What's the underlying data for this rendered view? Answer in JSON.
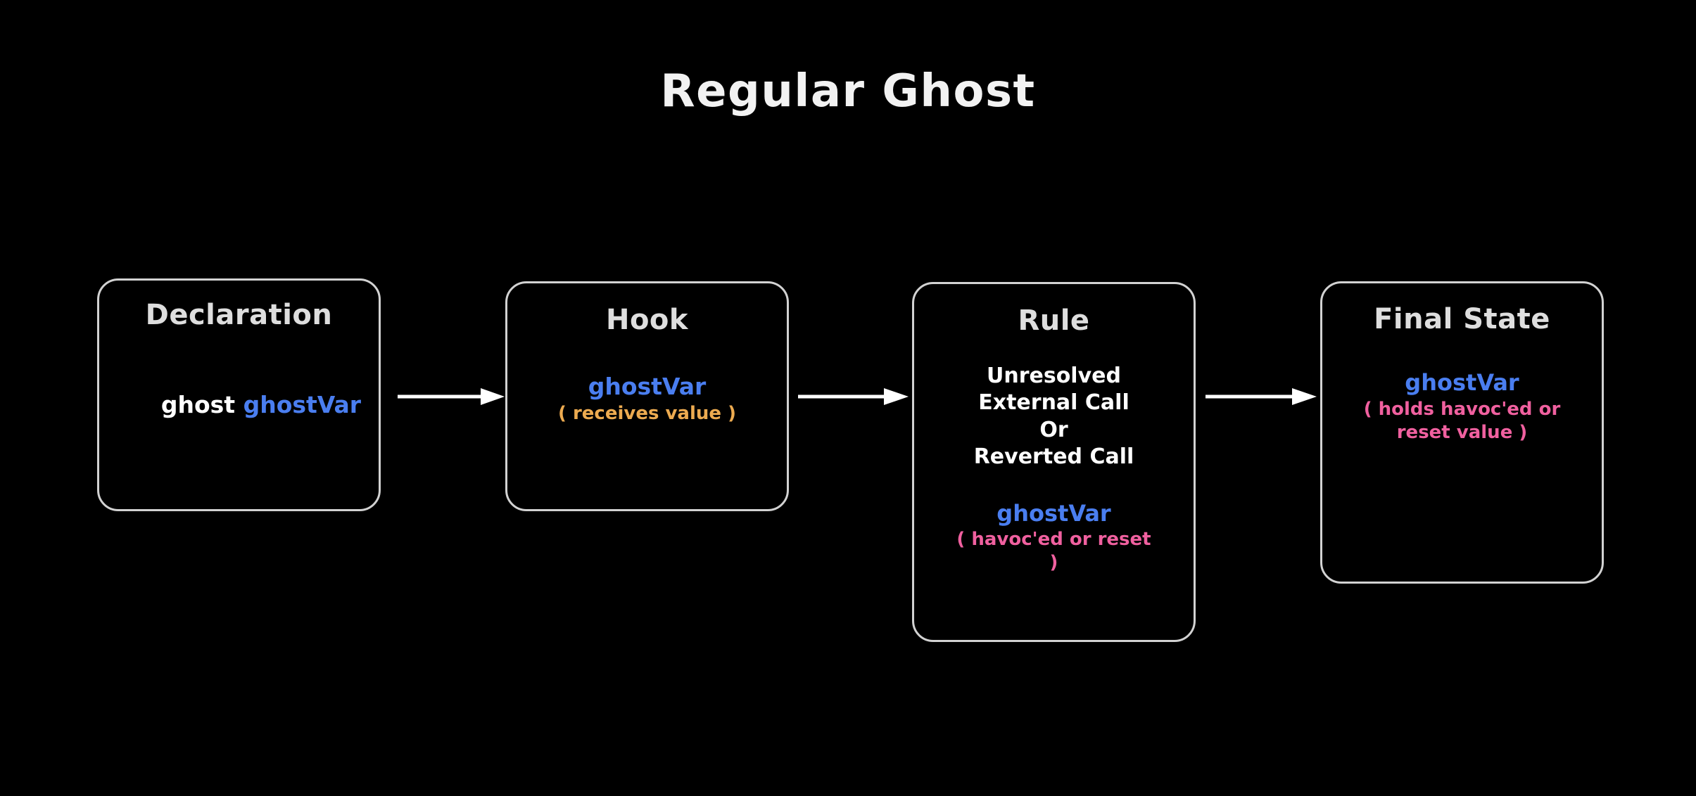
{
  "title": "Regular Ghost",
  "theme": {
    "background": "#000000",
    "border": "#d2d2d2",
    "title_color": "#f2f2f2",
    "white": "#ffffff",
    "blue": "#4a7ef0",
    "orange": "#edab50",
    "pink": "#f0609f",
    "arrow": "#ffffff"
  },
  "nodes": {
    "declaration": {
      "title": "Declaration",
      "keyword": "ghost ",
      "variable": "ghostVar"
    },
    "hook": {
      "title": "Hook",
      "variable": "ghostVar",
      "note": "( receives value )"
    },
    "rule": {
      "title": "Rule",
      "cause_line_1": "Unresolved",
      "cause_line_2": "External Call",
      "cause_line_3": "Or",
      "cause_line_4": "Reverted Call",
      "variable": "ghostVar",
      "note": "( havoc'ed or reset )"
    },
    "final_state": {
      "title": "Final State",
      "variable": "ghostVar",
      "note": "( holds havoc'ed or reset value )"
    }
  },
  "arrows": [
    {
      "name": "declaration-to-hook",
      "from": "declaration",
      "to": "hook"
    },
    {
      "name": "hook-to-rule",
      "from": "hook",
      "to": "rule"
    },
    {
      "name": "rule-to-final-state",
      "from": "rule",
      "to": "final_state"
    }
  ]
}
